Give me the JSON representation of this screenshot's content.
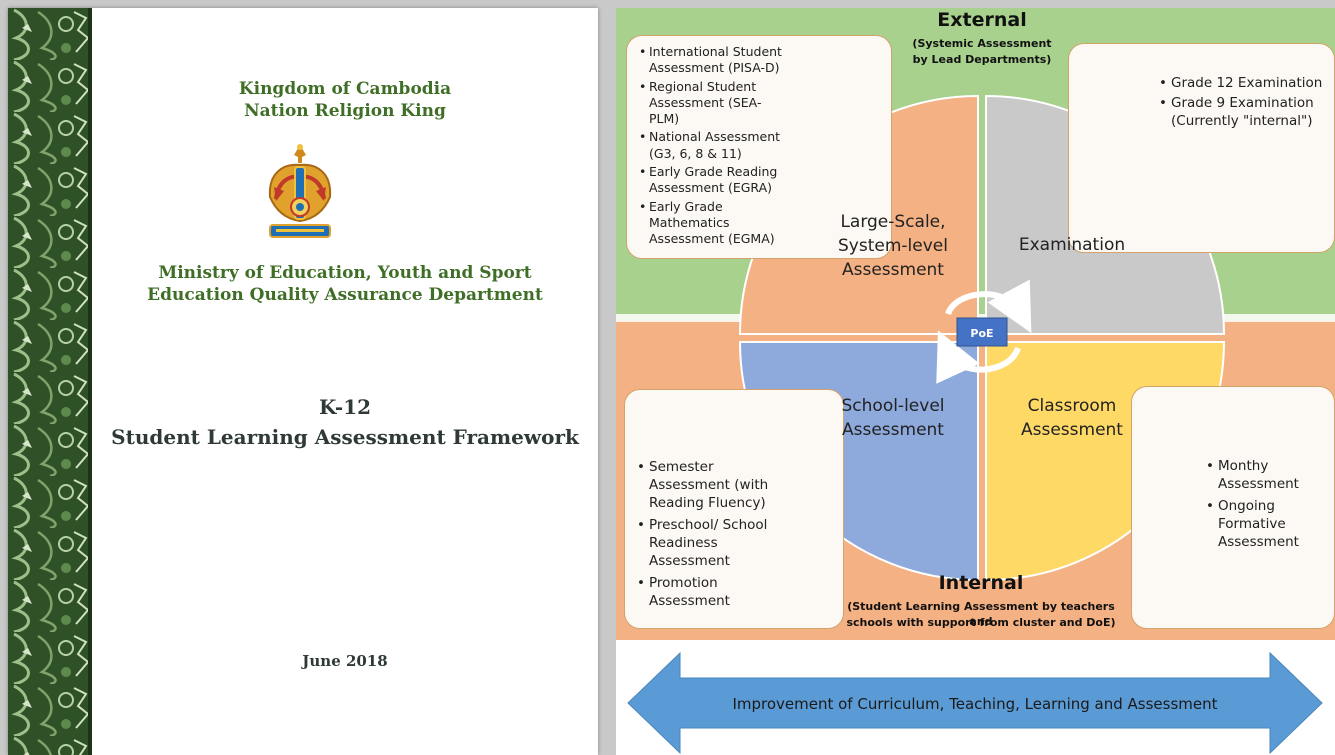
{
  "cover": {
    "kingdom": "Kingdom of Cambodia",
    "motto": "Nation Religion King",
    "ministry": "Ministry of Education, Youth and Sport",
    "department": "Education Quality Assurance Department",
    "doc_code": "K-12",
    "doc_title": "Student Learning Assessment Framework",
    "date": "June 2018"
  },
  "diagram": {
    "external": {
      "title": "External",
      "subtitle_1": "(Systemic Assessment",
      "subtitle_2": "by Lead Departments)"
    },
    "internal": {
      "title": "Internal",
      "subtitle_1": "(Student Learning Assessment by teachers and",
      "subtitle_2": "schools with support from cluster and DoE)"
    },
    "center_label": "PoE",
    "quadrants": {
      "large_scale": [
        "Large-Scale,",
        "System-level",
        "Assessment"
      ],
      "examination": [
        "Examination"
      ],
      "school_level": [
        "School-level",
        "Assessment"
      ],
      "classroom": [
        "Classroom",
        "Assessment"
      ]
    },
    "large_scale_items": [
      "International Student Assessment (PISA-D)",
      "Regional Student Assessment (SEA-PLM)",
      "National Assessment (G3, 6, 8 & 11)",
      "Early Grade Reading Assessment (EGRA)",
      "Early Grade Mathematics Assessment (EGMA)"
    ],
    "examination_items": [
      "Grade 12 Examination",
      "Grade 9 Examination (Currently \"internal\")"
    ],
    "school_level_items": [
      "Semester Assessment (with Reading Fluency)",
      "Preschool/ School Readiness Assessment",
      "Promotion Assessment"
    ],
    "classroom_items": [
      "Monthy Assessment",
      "Ongoing Formative Assessment"
    ],
    "arrow_label": "Improvement of Curriculum, Teaching, Learning and Assessment",
    "colors": {
      "external_bg": "#a9d18e",
      "internal_bg": "#f4b183",
      "large_scale": "#f4b183",
      "examination": "#c9c9c9",
      "school_level": "#8ea9db",
      "classroom": "#ffd966",
      "arrow": "#5b9bd5",
      "poe": "#4472c4"
    }
  }
}
